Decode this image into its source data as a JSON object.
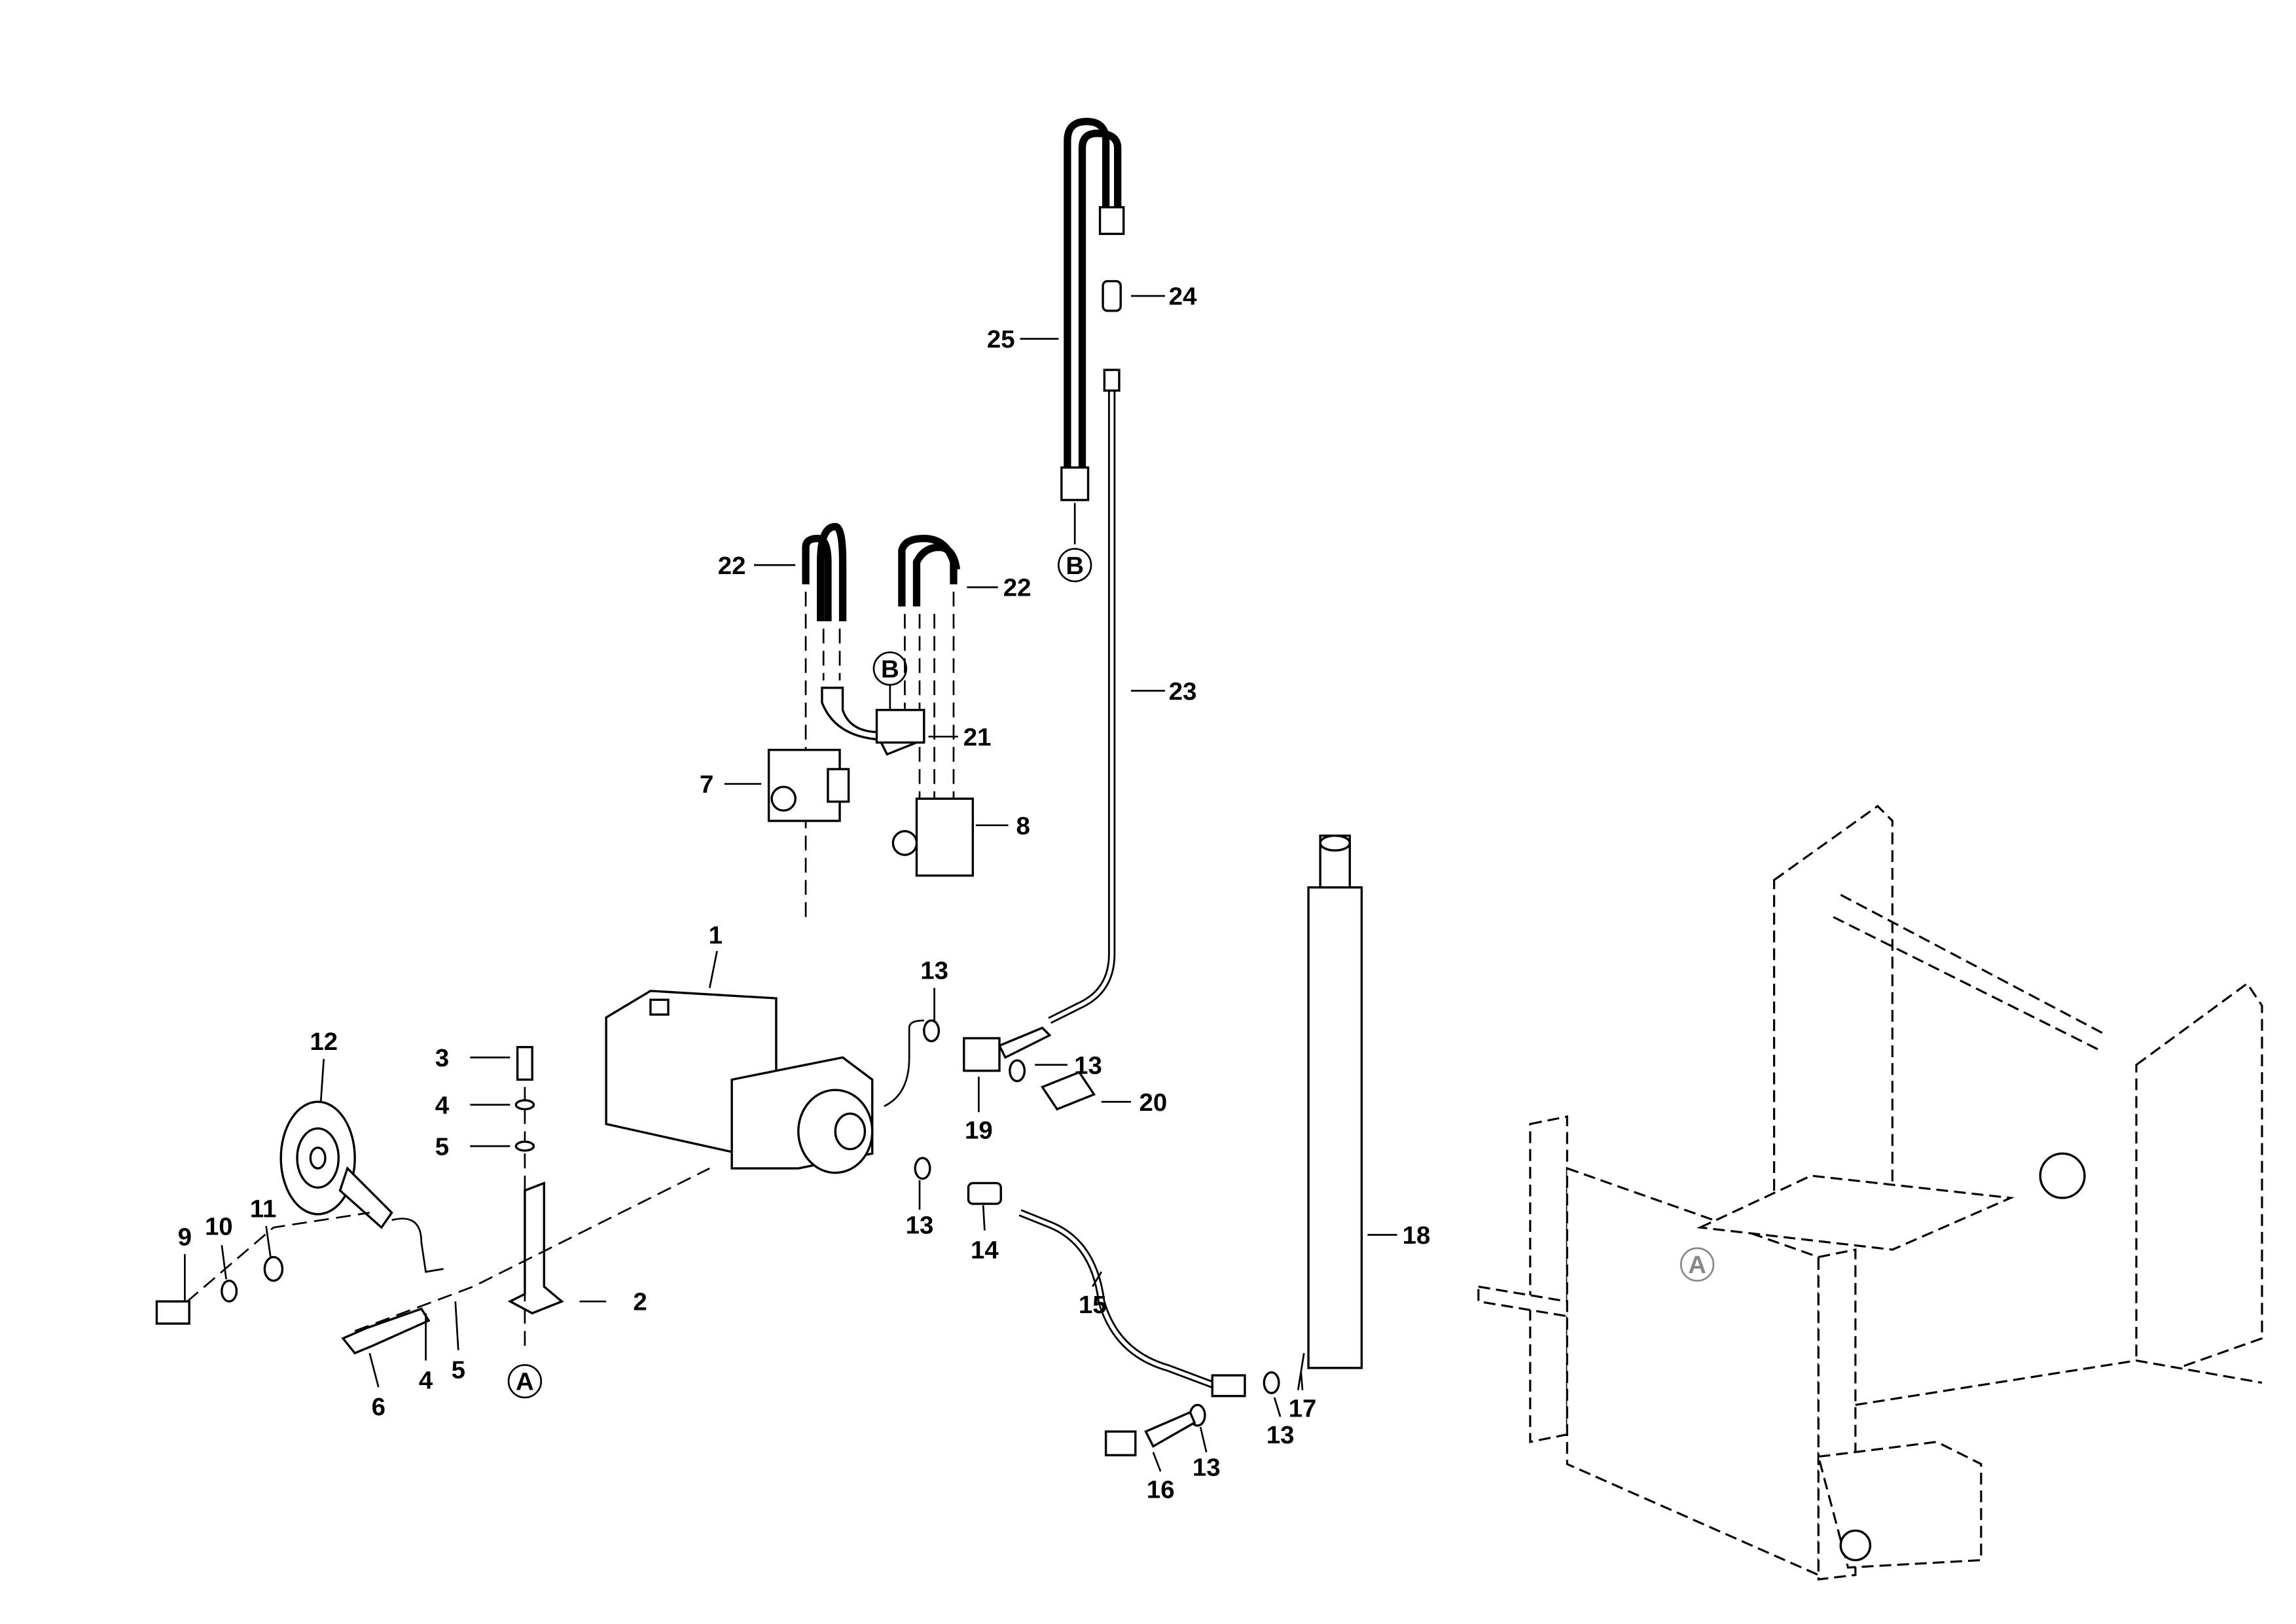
{
  "diagram": {
    "type": "exploded-parts-diagram",
    "callouts": {
      "c1": "1",
      "c2": "2",
      "c3": "3",
      "c4a": "4",
      "c5a": "5",
      "c6": "6",
      "c4b": "4",
      "c5b": "5",
      "c7": "7",
      "c8": "8",
      "c9": "9",
      "c10": "10",
      "c11": "11",
      "c12": "12",
      "c13a": "13",
      "c13b": "13",
      "c13c": "13",
      "c13d": "13",
      "c13e": "13",
      "c14": "14",
      "c15": "15",
      "c16": "16",
      "c17": "17",
      "c18": "18",
      "c19": "19",
      "c20": "20",
      "c21": "21",
      "c22a": "22",
      "c22b": "22",
      "c23": "23",
      "c24": "24",
      "c25": "25"
    },
    "refs": {
      "A1": "A",
      "A2": "A",
      "B1": "B",
      "B2": "B"
    }
  }
}
